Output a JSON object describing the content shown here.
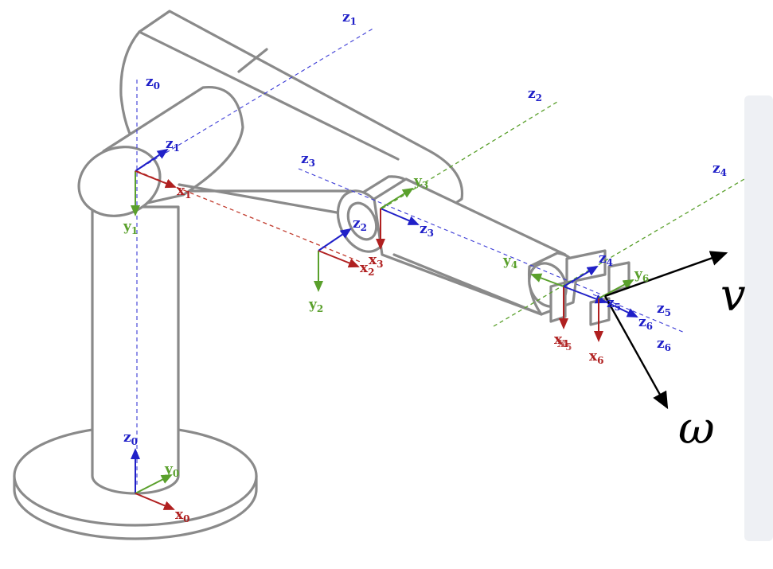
{
  "colors": {
    "x_axis": "#b02020",
    "y_axis": "#5aa02c",
    "z_axis": "#2020c8",
    "robot": "#8a8a8a",
    "twist": "#000000"
  },
  "axis_labels": {
    "z0_top": "z",
    "z0_top_sub": "0",
    "z1_top": "z",
    "z1_top_sub": "1",
    "z2_top": "z",
    "z2_top_sub": "2",
    "z3_top": "z",
    "z3_top_sub": "3",
    "z4_top": "z",
    "z4_top_sub": "4",
    "z5_end": "z",
    "z5_end_sub": "5",
    "z6_end": "z",
    "z6_end_sub": "6",
    "base_x": "x",
    "base_x_sub": "0",
    "base_y": "y",
    "base_y_sub": "0",
    "base_z": "z",
    "base_z_sub": "0",
    "f1_x": "x",
    "f1_x_sub": "1",
    "f1_y": "y",
    "f1_y_sub": "1",
    "f1_z": "z",
    "f1_z_sub": "1",
    "f2_x": "x",
    "f2_x_sub": "2",
    "f2_y": "y",
    "f2_y_sub": "2",
    "f2_z": "z",
    "f2_z_sub": "2",
    "f3_x": "x",
    "f3_x_sub": "3",
    "f3_y": "y",
    "f3_y_sub": "3",
    "f3_z": "z",
    "f3_z_sub": "3",
    "f4_x": "x",
    "f4_x_sub": "4",
    "f4_y": "y",
    "f4_y_sub": "4",
    "f4_z": "z",
    "f4_z_sub": "4",
    "f5_x": "x",
    "f5_x_sub": "5",
    "f5_z": "z",
    "f5_z_sub": "5",
    "f6_x": "x",
    "f6_x_sub": "6",
    "f6_y": "y",
    "f6_y_sub": "6",
    "f6_z": "z",
    "f6_z_sub": "6"
  },
  "twist": {
    "linear": "v",
    "angular": "ω"
  }
}
